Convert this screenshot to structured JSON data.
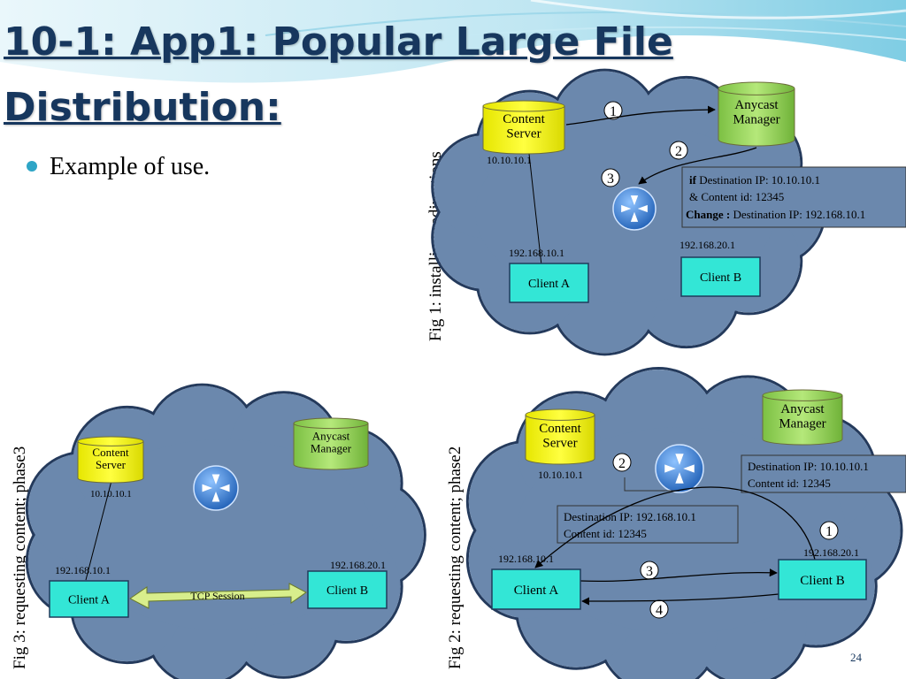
{
  "slide": {
    "title_line1": "10-1: App1: Popular Large File",
    "title_line2": "Distribution:",
    "bullet": "Example of use.",
    "page_number": "24"
  },
  "fig1": {
    "caption": "Fig 1: installing redirections",
    "content_server": [
      "Content",
      "Server"
    ],
    "anycast_manager": [
      "Anycast",
      "Manager"
    ],
    "server_ip": "10.10.10.1",
    "client_a_ip": "192.168.10.1",
    "client_b_ip": "192.168.20.1",
    "client_a": "Client A",
    "client_b": "Client B",
    "steps": [
      "1",
      "2",
      "3"
    ],
    "rule": {
      "if_kw": "if",
      "if_text": " Destination IP: 10.10.10.1",
      "and_text": "& Content id: 12345",
      "change_kw": "Change :",
      "change_text": " Destination IP: 192.168.10.1"
    }
  },
  "fig2": {
    "caption": "Fig 2: requesting content; phase2",
    "content_server": [
      "Content",
      "Server"
    ],
    "anycast_manager": [
      "Anycast",
      "Manager"
    ],
    "server_ip": "10.10.10.1",
    "client_a_ip": "192.168.10.1",
    "client_b_ip": "192.168.20.1",
    "client_a": "Client A",
    "client_b": "Client B",
    "steps": [
      "1",
      "2",
      "3",
      "4"
    ],
    "box_right": [
      "Destination IP: 10.10.10.1",
      "Content id: 12345"
    ],
    "box_left": [
      "Destination IP: 192.168.10.1",
      "Content id: 12345"
    ]
  },
  "fig3": {
    "caption": "Fig 3: requesting content; phase3",
    "content_server": [
      "Content",
      "Server"
    ],
    "anycast_manager": [
      "Anycast",
      "Manager"
    ],
    "server_ip": "10.10.10.1",
    "client_a_ip": "192.168.10.1",
    "client_b_ip": "192.168.20.1",
    "client_a": "Client A",
    "client_b": "Client B",
    "tcp": "TCP Session"
  },
  "colors": {
    "title": "#17375e",
    "cloud_fill": "#6b88ad",
    "cloud_stroke": "#243a5c",
    "server_fill": "#ffff00",
    "manager_fill": "#9bd65b",
    "client_fill": "#33e6d6",
    "router_fill": "#3b7fd4",
    "bullet": "#2ea5c6",
    "tcp_arrow": "#d8ee8c"
  }
}
